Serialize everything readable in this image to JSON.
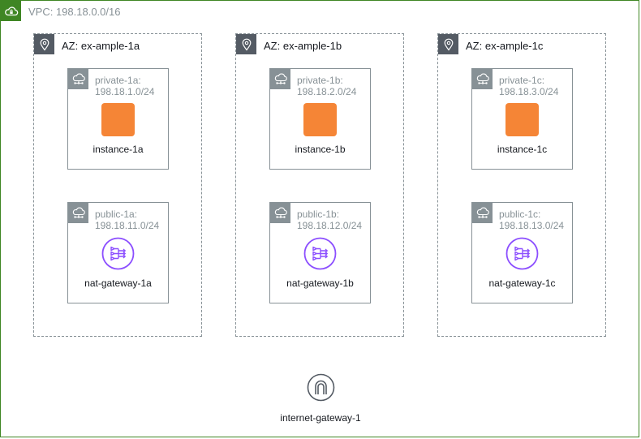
{
  "vpc": {
    "label": "VPC: 198.18.0.0/16"
  },
  "zones": [
    {
      "az_label": "AZ: ex-ample-1a",
      "private": {
        "name": "private-1a:",
        "cidr": "198.18.1.0/24",
        "resource": "instance-1a"
      },
      "public": {
        "name": "public-1a:",
        "cidr": "198.18.11.0/24",
        "resource": "nat-gateway-1a"
      }
    },
    {
      "az_label": "AZ: ex-ample-1b",
      "private": {
        "name": "private-1b:",
        "cidr": "198.18.2.0/24",
        "resource": "instance-1b"
      },
      "public": {
        "name": "public-1b:",
        "cidr": "198.18.12.0/24",
        "resource": "nat-gateway-1b"
      }
    },
    {
      "az_label": "AZ: ex-ample-1c",
      "private": {
        "name": "private-1c:",
        "cidr": "198.18.3.0/24",
        "resource": "instance-1c"
      },
      "public": {
        "name": "public-1c:",
        "cidr": "198.18.13.0/24",
        "resource": "nat-gateway-1c"
      }
    }
  ],
  "internet_gateway": {
    "label": "internet-gateway-1"
  },
  "icons": {
    "vpc": "cloud-lock-icon",
    "az": "location-pin-icon",
    "subnet": "cloud-network-icon",
    "instance": "ec2-instance-icon",
    "nat": "nat-gateway-icon",
    "igw": "internet-gateway-icon"
  },
  "colors": {
    "vpc_border": "#3f8624",
    "az_badge": "#545b64",
    "subnet_border": "#879196",
    "instance_fill": "#f58536",
    "nat_purple": "#8c4fff",
    "igw_stroke": "#545b64"
  }
}
